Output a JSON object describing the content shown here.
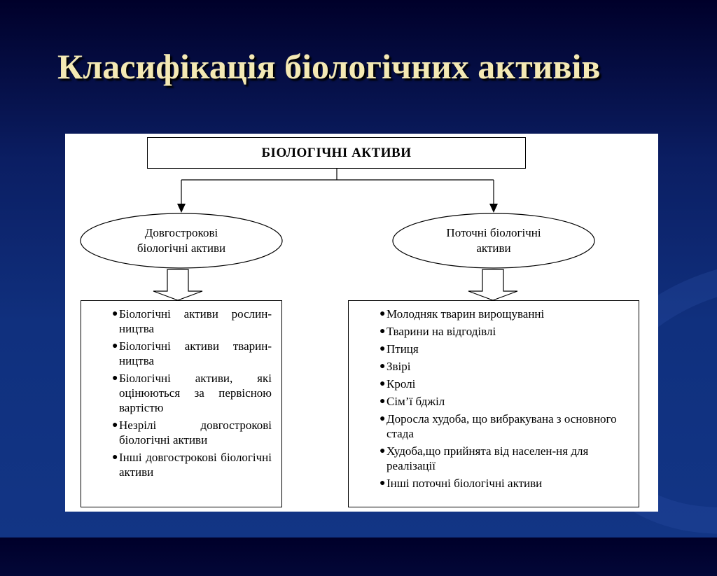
{
  "slide": {
    "title": "Класифікація біологічних активів"
  },
  "diagram": {
    "root": "БІОЛОГІЧНІ АКТИВИ",
    "branches": [
      {
        "label_line1": "Довгострокові",
        "label_line2": "біологічні активи",
        "items": [
          "Біологічні активи рослин- ництва",
          "Біологічні активи тварин-ництва",
          "Біологічні активи, які оцінюються за первісною вартістю",
          "Незрілі довгострокові біологічні активи",
          "Інші довгострокові біологічні активи"
        ]
      },
      {
        "label_line1": "Поточні біологічні",
        "label_line2": "активи",
        "items": [
          "Молодняк тварин вирощуванні",
          "Тварини на відгодівлі",
          "Птиця",
          "Звірі",
          "Кролі",
          "Сім’ї бджіл",
          "Доросла худоба, що вибракувана з основного стада",
          "Худоба,що прийнята від населен-ня для реалізації",
          "Інші поточні біологічні активи"
        ]
      }
    ],
    "bullet": "●"
  }
}
